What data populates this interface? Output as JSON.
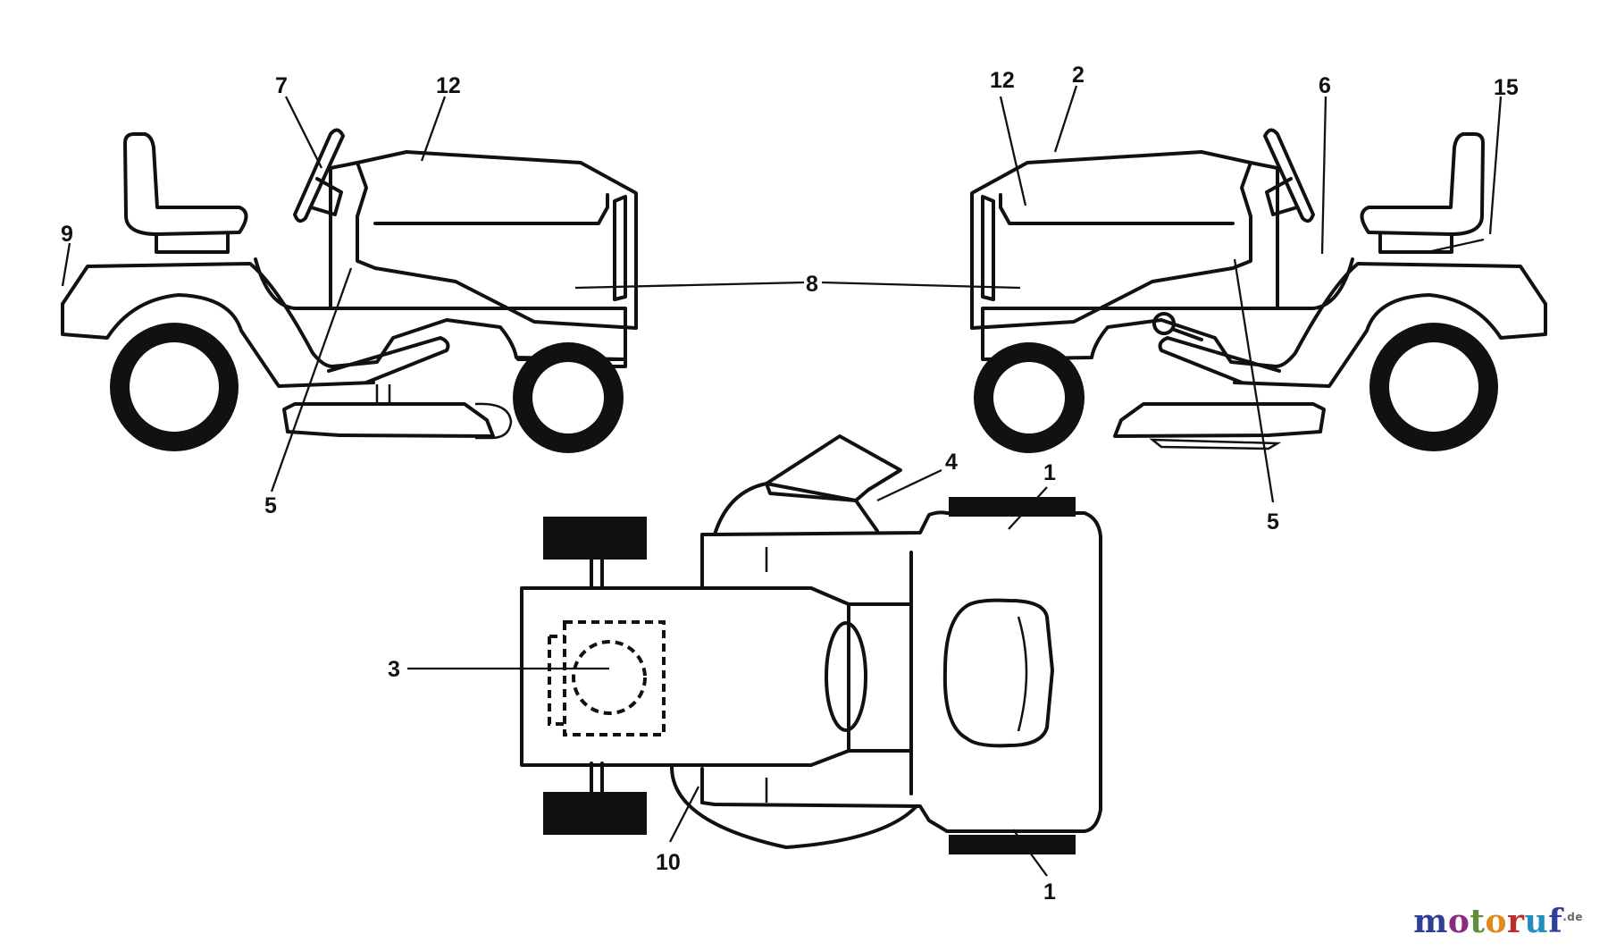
{
  "labels": {
    "l1_top": "1",
    "l1_bottom": "1",
    "l2": "2",
    "l3": "3",
    "l4": "4",
    "l5_left": "5",
    "l5_right": "5",
    "l6": "6",
    "l7": "7",
    "l8": "8",
    "l9": "9",
    "l10": "10",
    "l12_left": "12",
    "l12_right": "12",
    "l15": "15"
  },
  "watermark": {
    "letters": [
      {
        "ch": "m",
        "color": "#2e3f95"
      },
      {
        "ch": "o",
        "color": "#8a2a82"
      },
      {
        "ch": "t",
        "color": "#5b8f3a"
      },
      {
        "ch": "o",
        "color": "#e08a1e"
      },
      {
        "ch": "r",
        "color": "#c32a2a"
      },
      {
        "ch": "u",
        "color": "#1f8fc0"
      },
      {
        "ch": "f",
        "color": "#2e3f95"
      }
    ],
    "suffix": ".de"
  },
  "colors": {
    "line": "#111111",
    "background": "#ffffff"
  }
}
